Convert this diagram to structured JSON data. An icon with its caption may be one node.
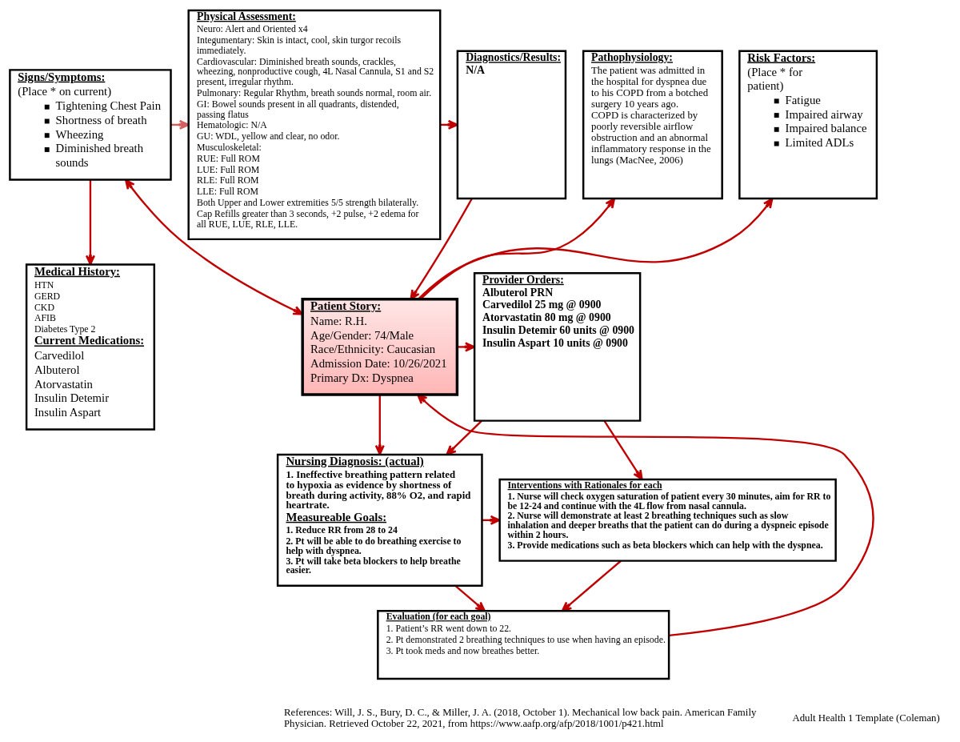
{
  "diagram": {
    "nodes": [
      {
        "text": [
          "Signs/Symptoms:",
          "(Place * on current)",
          "Tightening Chest Pain",
          "Shortness of breath",
          "Wheezing",
          "Diminished breath sounds"
        ]
      },
      {
        "text": [
          "Physical Assessment:",
          "Neuro: Alert and Oriented x4",
          "Integumentary: Skin is intact, cool, skin turgor recoils immediately.",
          "Cardiovascular: Diminished breath sounds, crackles, wheezing, nonproductive cough, 4L Nasal Cannula, S1 and S2 present, irregular rhythm.",
          "Pulmonary: Regular Rhythm, breath sounds normal, room air.",
          "GI: Bowel sounds present in all quadrants, distended, passing flatus",
          "Hematologic: N/A",
          "GU: WDL, yellow and clear, no odor.",
          "Musculoskeletal:",
          "RUE: Full ROM",
          "LUE: Full ROM",
          "RLE: Full ROM",
          "LLE: Full ROM",
          "Both Upper and Lower extremities 5/5 strength bilaterally.",
          "Cap Refills greater than 3 seconds, +2 pulse, +2 edema for all RUE, LUE, RLE, LLE."
        ]
      },
      {
        "text": [
          "Diagnostics/Results:",
          "N/A"
        ]
      },
      {
        "text": [
          "Pathophysiology:",
          "The patient was admitted in the hospital for dyspnea due to his COPD from a botched surgery 10 years ago.",
          "COPD is characterized by poorly reversible airflow obstruction and an abnormal inflammatory response in the lungs (MacNee, 2006)"
        ]
      },
      {
        "text": [
          "Risk Factors:",
          "(Place * for patient)",
          "Fatigue",
          "Impaired airway",
          "Impaired balance",
          "Limited ADLs"
        ]
      },
      {
        "text": [
          "Medical History:",
          "HTN",
          "GERD",
          "CKD",
          "AFIB",
          "Diabetes Type 2",
          "Current Medications:",
          "Carvedilol",
          "Albuterol",
          "Atorvastatin",
          "Insulin Detemir",
          "Insulin Aspart"
        ]
      },
      {
        "text": [
          "Patient Story:",
          "Name: R.H.",
          "Age/Gender: 74/Male",
          "Race/Ethnicity: Caucasian",
          "Admission Date: 10/26/2021",
          "Primary Dx: Dyspnea"
        ]
      },
      {
        "text": [
          "Provider Orders:",
          "Albuterol PRN",
          "Carvedilol 25 mg @ 0900",
          "Atorvastatin 80 mg @ 0900",
          "Insulin Detemir 60 units @ 0900",
          "Insulin Aspart 10 units @ 0900"
        ]
      },
      {
        "text": [
          "Nursing Diagnosis: (actual)",
          "1. Ineffective breathing pattern related to hypoxia as evidence by shortness of breath during activity, 88% O2, and rapid heartrate.",
          "Measureable Goals:",
          "1. Reduce RR from 28 to 24",
          "2. Pt will be able to do breathing exercise to help with dyspnea.",
          "3. Pt will take beta blockers to help breathe easier."
        ]
      },
      {
        "text": [
          "Interventions with Rationales for each",
          "1. Nurse will check oxygen saturation of patient every 30 minutes, aim for RR to be 12-24 and continue with the 4L flow from nasal cannula.",
          "2. Nurse will demonstrate at least 2 breathing techniques such as slow inhalation and deeper breaths that the patient can do during a dyspneic episode within 2 hours.",
          "3. Provide medications such as beta blockers which can help with the dyspnea."
        ]
      },
      {
        "text": [
          "Evaluation (for each goal)",
          "1. Patient’s RR went down to 22.",
          "2. Pt demonstrated 2 breathing techniques to use when having an episode.",
          "3. Pt took meds and now breathes better."
        ]
      }
    ],
    "edges": [
      {
        "from": 0,
        "to": 1,
        "arrow": "to",
        "color": "#d45f5f"
      },
      {
        "from": 1,
        "to": 2,
        "arrow": "to"
      },
      {
        "from": 0,
        "to": 5,
        "arrow": "to"
      },
      {
        "from": 0,
        "to": 6,
        "arrow": "both"
      },
      {
        "from": 2,
        "to": 6,
        "arrow": "to"
      },
      {
        "from": 6,
        "to": 3,
        "arrow": "to"
      },
      {
        "from": 6,
        "to": 4,
        "arrow": "to"
      },
      {
        "from": 6,
        "to": 7,
        "arrow": "to"
      },
      {
        "from": 6,
        "to": 8,
        "arrow": "to"
      },
      {
        "from": 7,
        "to": 9,
        "arrow": "to"
      },
      {
        "from": 7,
        "to": 8,
        "arrow": "to"
      },
      {
        "from": 8,
        "to": 9,
        "arrow": "to"
      },
      {
        "from": 9,
        "to": 10,
        "arrow": "to"
      },
      {
        "from": 8,
        "to": 10,
        "arrow": "to"
      },
      {
        "from": 10,
        "to": 6,
        "arrow": "to"
      }
    ],
    "labels": [
      "References: Will, J. S., Bury, D. C., & Miller, J. A. (2018, October 1). Mechanical low back pain. American Family Physician. Retrieved October 22, 2021, from https://www.aafp.org/afp/2018/1001/p421.html",
      "Adult Health 1 Template (Coleman)"
    ]
  }
}
